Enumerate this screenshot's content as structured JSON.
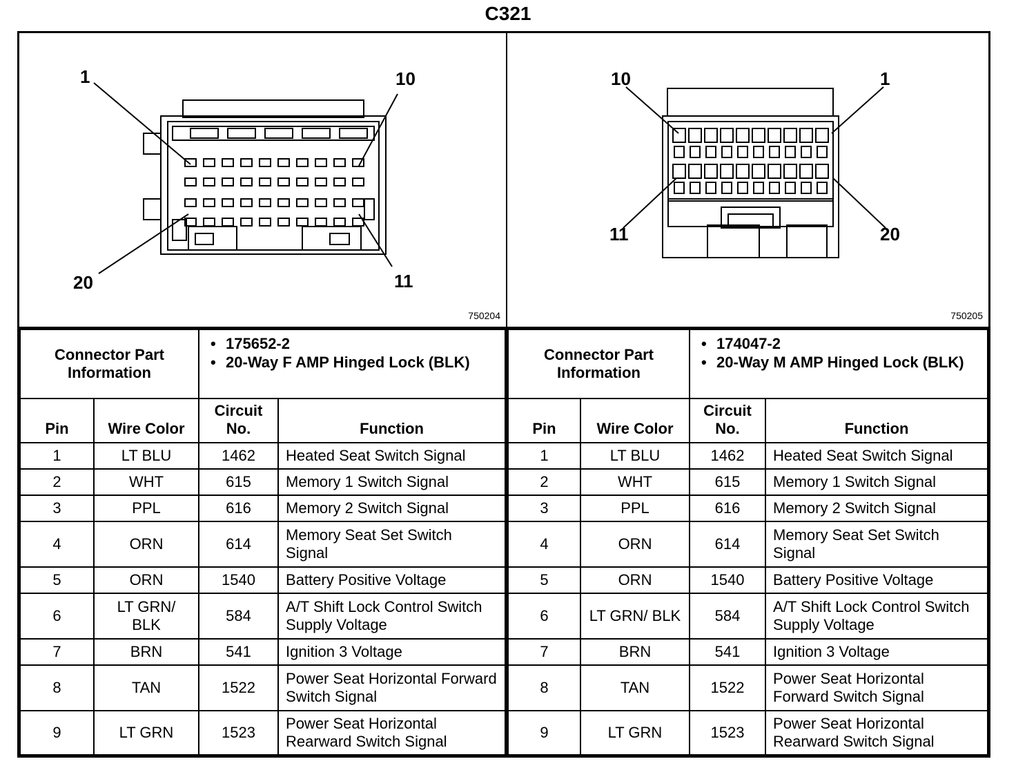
{
  "title": "C321",
  "left": {
    "figure_id": "750204",
    "callouts": [
      "1",
      "10",
      "20",
      "11"
    ],
    "connector_label": "Connector Part Information",
    "part_info": [
      "175652-2",
      "20-Way F AMP Hinged Lock (BLK)"
    ],
    "headers": {
      "pin": "Pin",
      "wire": "Wire Color",
      "circuit": "Circuit No.",
      "function": "Function"
    },
    "rows": [
      {
        "pin": "1",
        "wire": "LT BLU",
        "circuit": "1462",
        "function": "Heated Seat Switch Signal"
      },
      {
        "pin": "2",
        "wire": "WHT",
        "circuit": "615",
        "function": "Memory 1 Switch Signal"
      },
      {
        "pin": "3",
        "wire": "PPL",
        "circuit": "616",
        "function": "Memory 2 Switch Signal"
      },
      {
        "pin": "4",
        "wire": "ORN",
        "circuit": "614",
        "function": "Memory Seat Set Switch Signal"
      },
      {
        "pin": "5",
        "wire": "ORN",
        "circuit": "1540",
        "function": "Battery Positive Voltage"
      },
      {
        "pin": "6",
        "wire": "LT GRN/ BLK",
        "circuit": "584",
        "function": "A/T Shift Lock Control Switch Supply Voltage"
      },
      {
        "pin": "7",
        "wire": "BRN",
        "circuit": "541",
        "function": "Ignition 3 Voltage"
      },
      {
        "pin": "8",
        "wire": "TAN",
        "circuit": "1522",
        "function": "Power Seat Horizontal Forward Switch Signal"
      },
      {
        "pin": "9",
        "wire": "LT GRN",
        "circuit": "1523",
        "function": "Power Seat Horizontal Rearward Switch Signal"
      }
    ]
  },
  "right": {
    "figure_id": "750205",
    "callouts": [
      "10",
      "1",
      "11",
      "20"
    ],
    "connector_label": "Connector Part Information",
    "part_info": [
      "174047-2",
      "20-Way M AMP Hinged Lock (BLK)"
    ],
    "headers": {
      "pin": "Pin",
      "wire": "Wire Color",
      "circuit": "Circuit No.",
      "function": "Function"
    },
    "rows": [
      {
        "pin": "1",
        "wire": "LT BLU",
        "circuit": "1462",
        "function": "Heated Seat Switch Signal"
      },
      {
        "pin": "2",
        "wire": "WHT",
        "circuit": "615",
        "function": "Memory 1 Switch Signal"
      },
      {
        "pin": "3",
        "wire": "PPL",
        "circuit": "616",
        "function": "Memory 2 Switch Signal"
      },
      {
        "pin": "4",
        "wire": "ORN",
        "circuit": "614",
        "function": "Memory Seat Set Switch Signal"
      },
      {
        "pin": "5",
        "wire": "ORN",
        "circuit": "1540",
        "function": "Battery Positive Voltage"
      },
      {
        "pin": "6",
        "wire": "LT GRN/ BLK",
        "circuit": "584",
        "function": "A/T Shift Lock Control Switch Supply Voltage"
      },
      {
        "pin": "7",
        "wire": "BRN",
        "circuit": "541",
        "function": "Ignition 3 Voltage"
      },
      {
        "pin": "8",
        "wire": "TAN",
        "circuit": "1522",
        "function": "Power Seat Horizontal Forward Switch Signal"
      },
      {
        "pin": "9",
        "wire": "LT GRN",
        "circuit": "1523",
        "function": "Power Seat Horizontal Rearward Switch Signal"
      }
    ]
  }
}
